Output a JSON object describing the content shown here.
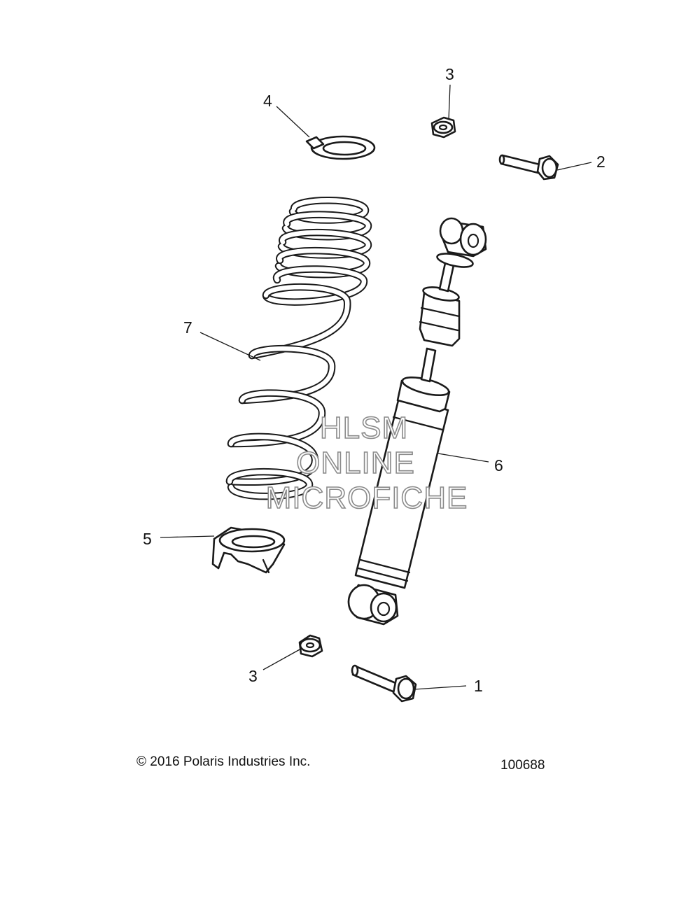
{
  "callouts": [
    {
      "id": "c1",
      "label": "1"
    },
    {
      "id": "c2",
      "label": "2"
    },
    {
      "id": "c3a",
      "label": "3"
    },
    {
      "id": "c3b",
      "label": "3"
    },
    {
      "id": "c4",
      "label": "4"
    },
    {
      "id": "c5",
      "label": "5"
    },
    {
      "id": "c6",
      "label": "6"
    },
    {
      "id": "c7",
      "label": "7"
    }
  ],
  "watermark": {
    "line1": "HLSM",
    "line2": "ONLINE",
    "line3": "MICROFICHE"
  },
  "footer": {
    "copyright": "© 2016 Polaris Industries Inc.",
    "diagram_number": "100688"
  }
}
